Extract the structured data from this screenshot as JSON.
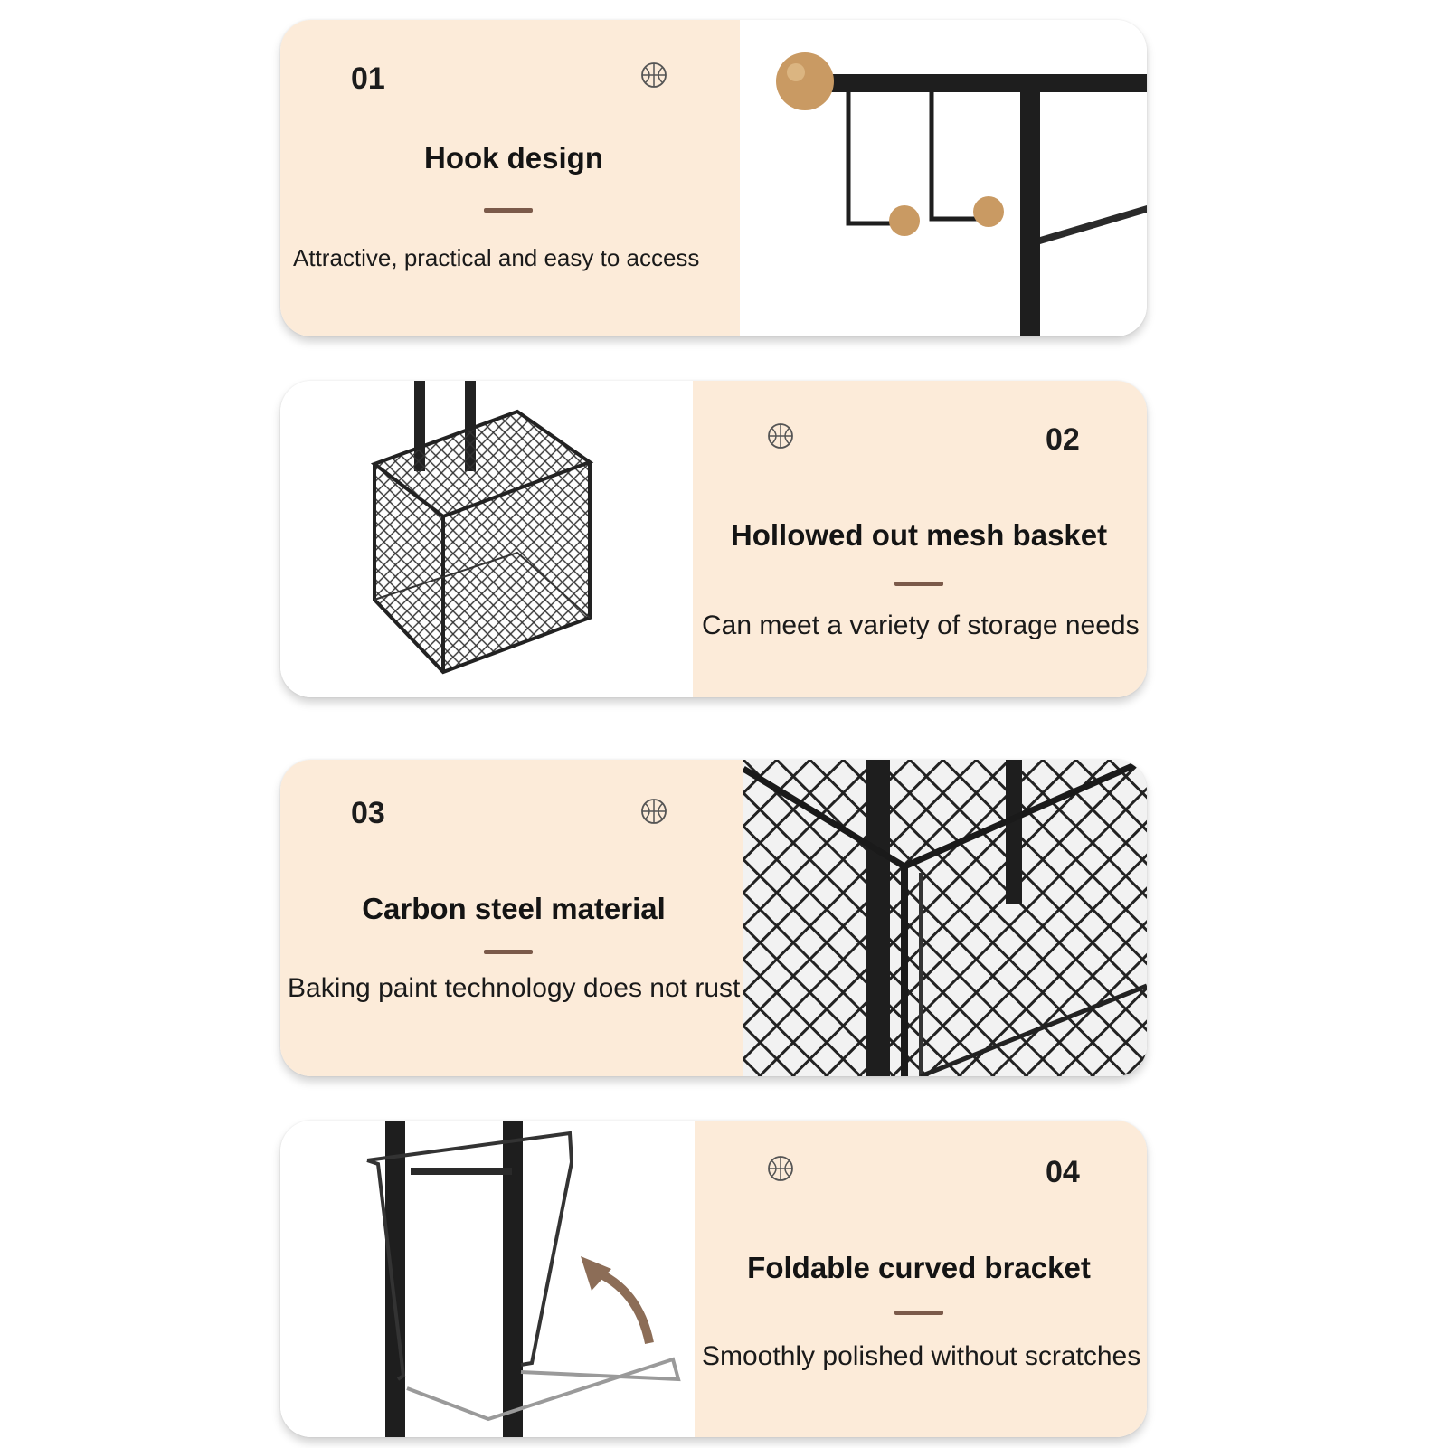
{
  "features": [
    {
      "number": "01",
      "title": "Hook design",
      "subtitle": "Attractive, practical and easy to access",
      "icon": "basketball-icon",
      "image": "coat-rack-hooks"
    },
    {
      "number": "02",
      "title": "Hollowed out mesh basket",
      "subtitle": "Can meet a variety of storage needs",
      "icon": "basketball-icon",
      "image": "mesh-basket"
    },
    {
      "number": "03",
      "title": "Carbon steel material",
      "subtitle": "Baking paint technology does not rust",
      "icon": "basketball-icon",
      "image": "mesh-closeup"
    },
    {
      "number": "04",
      "title": "Foldable curved bracket",
      "subtitle": "Smoothly polished without scratches",
      "icon": "basketball-icon",
      "image": "folding-bracket"
    }
  ],
  "colors": {
    "panel": "#fcebd9",
    "accent_dash": "#7b5a4a",
    "text": "#141414",
    "frame": "#1a1a1a",
    "wood": "#c99a63"
  }
}
